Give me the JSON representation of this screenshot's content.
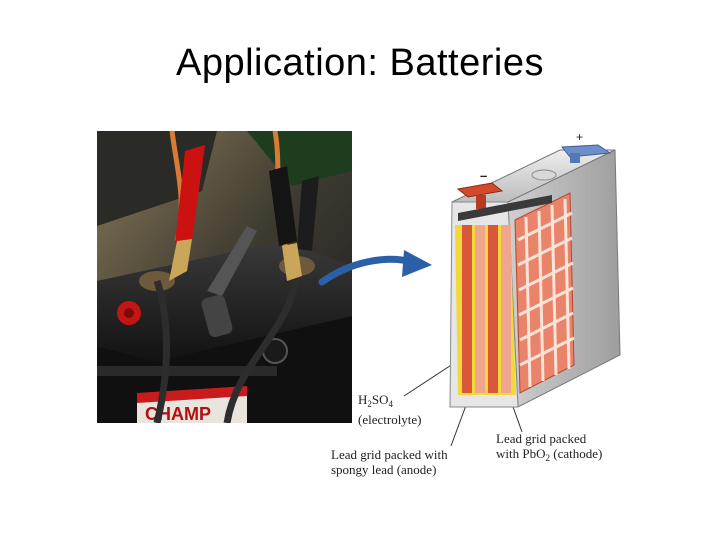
{
  "slide": {
    "title": "Application:  Batteries"
  },
  "photo": {
    "battery_brand": "CHAMP"
  },
  "diagram": {
    "terminal_negative": "–",
    "terminal_positive": "+",
    "electrolyte": {
      "formula_main": "H",
      "formula_sub": "2",
      "formula_rest": "SO",
      "formula_sub2": "4",
      "note": "(electrolyte)"
    },
    "anode": {
      "line1": "Lead grid packed with",
      "line2": "spongy lead (anode)"
    },
    "cathode": {
      "line1": "Lead grid packed",
      "line2_pre": "with PbO",
      "line2_sub": "2",
      "line2_post": " (cathode)"
    }
  },
  "colors": {
    "arrow": "#2b5fa8",
    "clamp_red": "#cc1111",
    "plate_red": "#d9583a",
    "plate_pink": "#f0a58f",
    "electrolyte_yellow": "#f3d83a"
  }
}
